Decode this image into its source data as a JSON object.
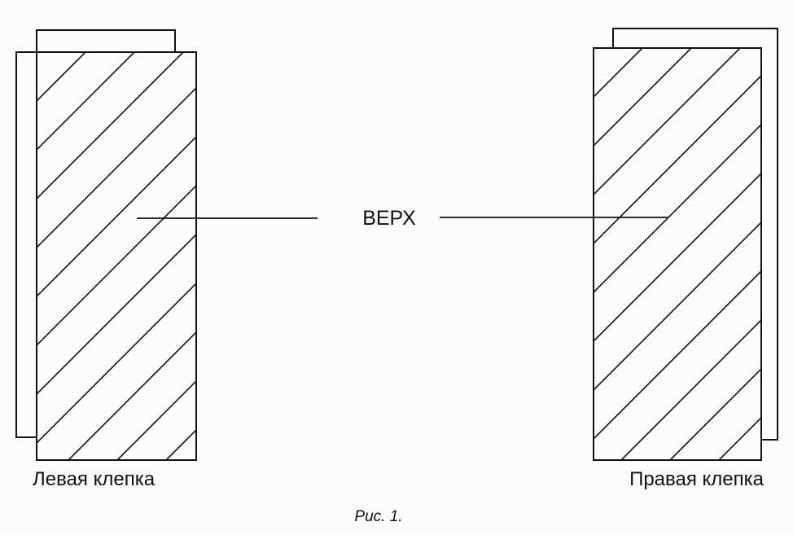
{
  "diagram": {
    "center_label": "ВЕРХ",
    "caption": "Рис. 1.",
    "rivets": [
      {
        "id": "left",
        "label": "Левая клепка"
      },
      {
        "id": "right",
        "label": "Правая клепка"
      }
    ],
    "colors": {
      "stroke": "#111111",
      "background": "#fbfbfb"
    }
  }
}
